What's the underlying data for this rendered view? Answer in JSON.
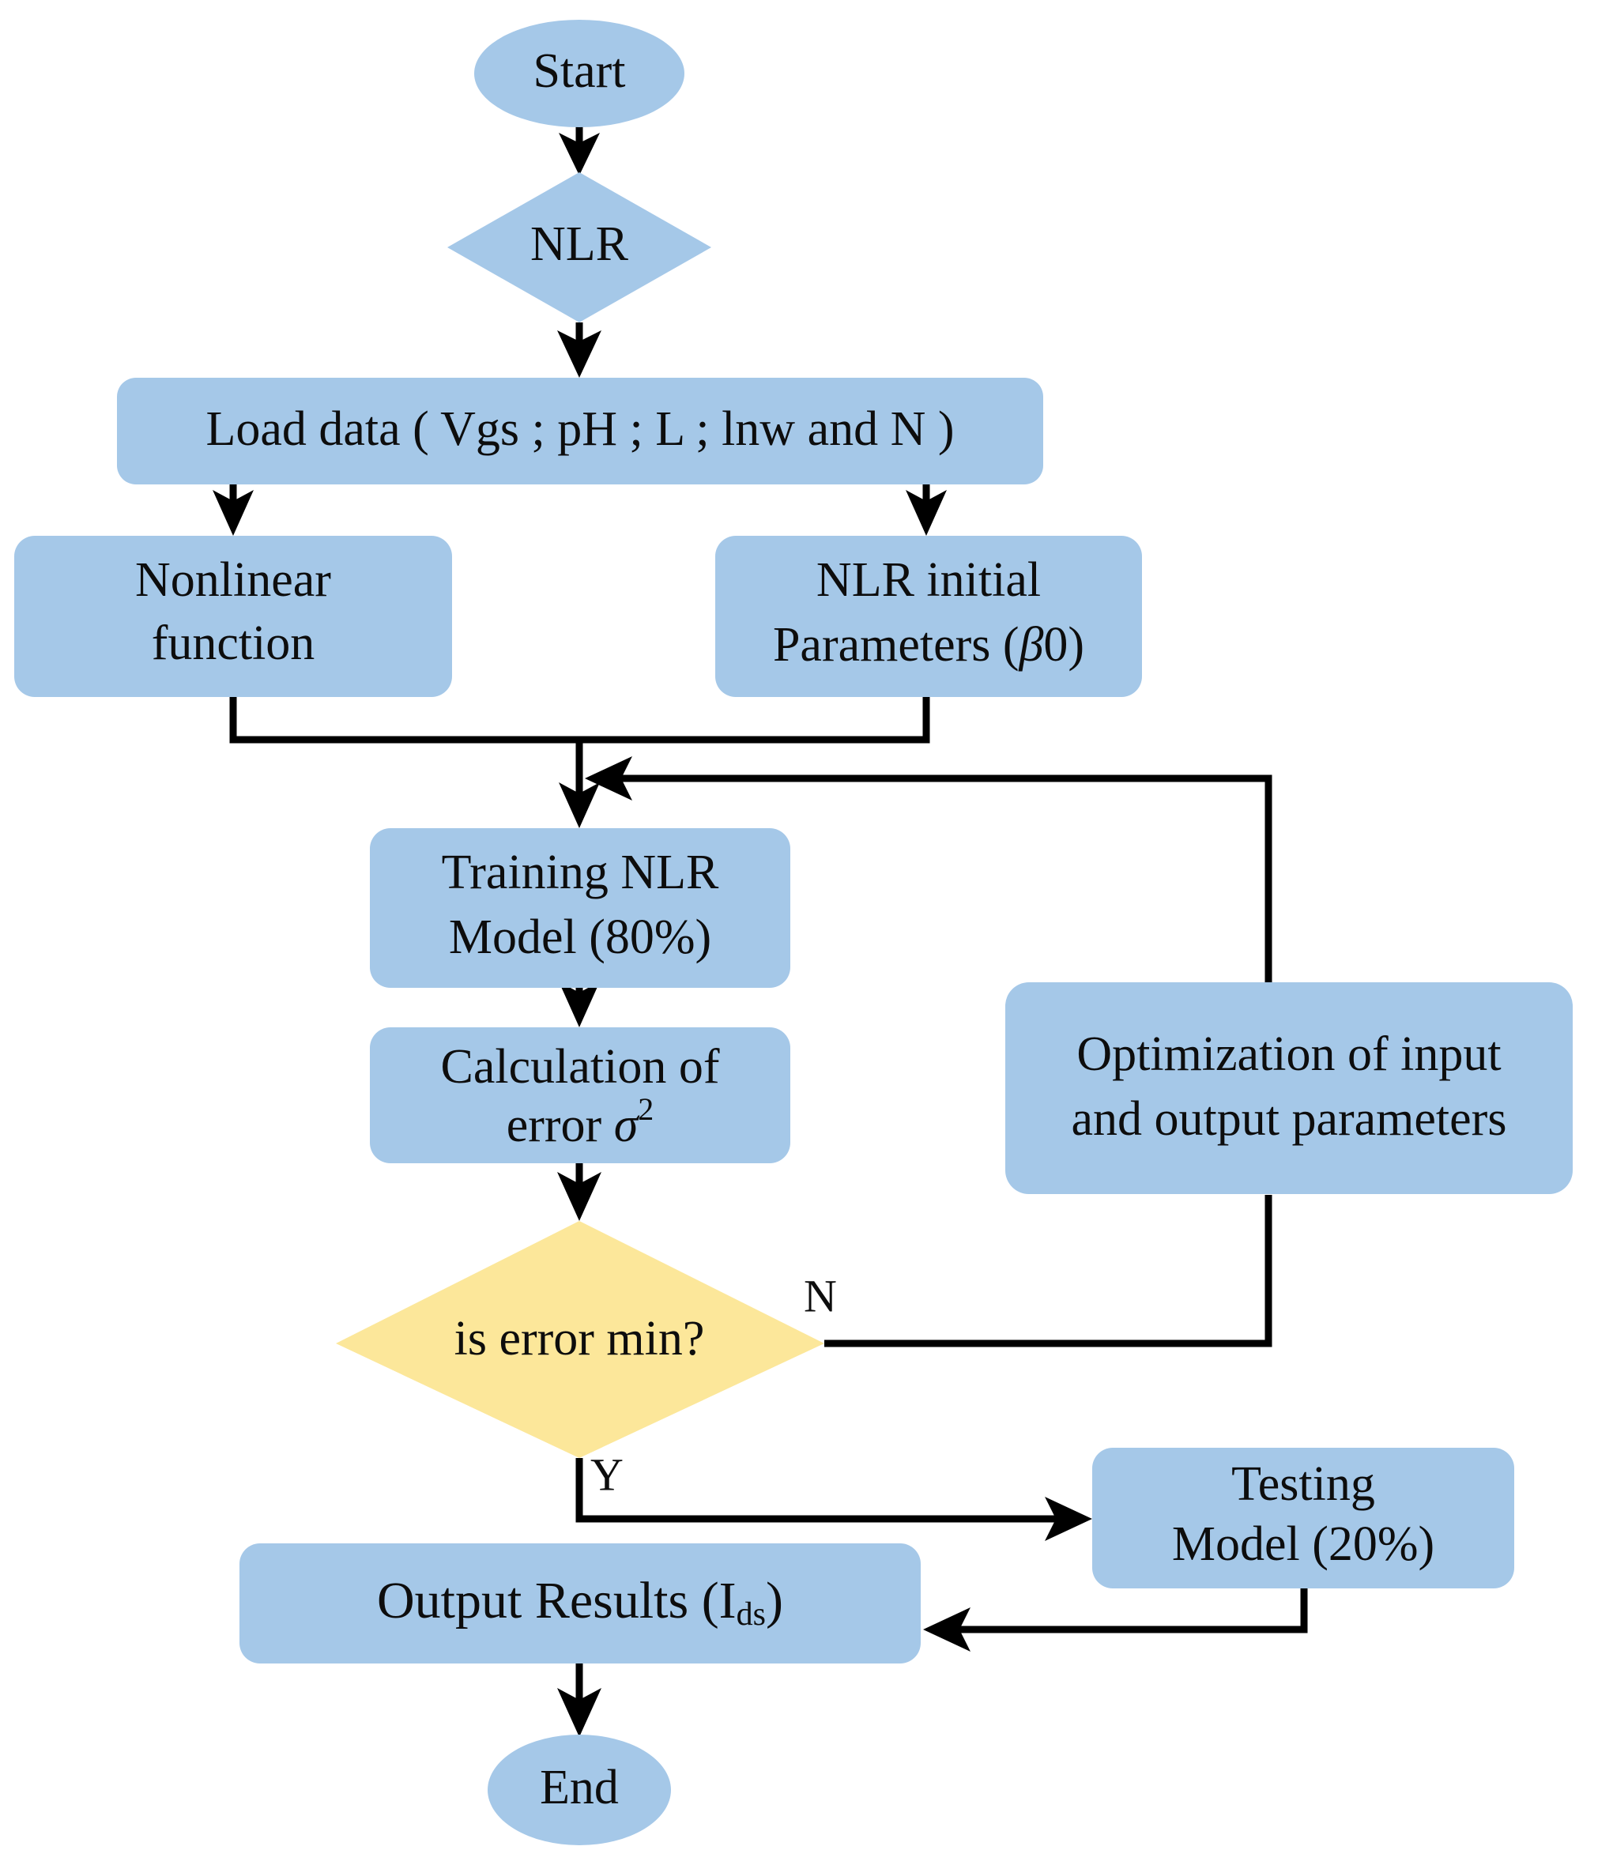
{
  "diagram": {
    "title": "NLR modelling flowchart",
    "colors": {
      "node_blue": "#a5c8e8",
      "decision_yellow": "#fce79a",
      "connector_black": "#000000",
      "text_black": "#0d0d0d",
      "background": "#ffffff"
    },
    "nodes": {
      "start": {
        "label": "Start",
        "shape": "oval"
      },
      "nlr": {
        "label": "NLR",
        "shape": "diamond"
      },
      "load_data": {
        "label": "Load data ( Vgs ; pH ; L ; lnw and N )",
        "shape": "rounded-rect"
      },
      "nonlinear_function": {
        "line1": "Nonlinear",
        "line2": "function",
        "shape": "rounded-rect"
      },
      "nlr_initial": {
        "line1": "NLR initial",
        "line2_pre": "Parameters (",
        "line2_sym": "β",
        "line2_post": "0)",
        "shape": "rounded-rect"
      },
      "training": {
        "line1": "Training NLR",
        "line2": "Model (80%)",
        "shape": "rounded-rect"
      },
      "error_calc": {
        "line1": "Calculation of",
        "line2_pre": "error ",
        "line2_sym": "σ",
        "line2_sup": "2",
        "shape": "rounded-rect"
      },
      "decision": {
        "label": "is error min?",
        "shape": "diamond"
      },
      "optimization": {
        "line1": "Optimization of input",
        "line2": "and output parameters",
        "shape": "rounded-rect"
      },
      "testing": {
        "line1": "Testing",
        "line2": "Model (20%)",
        "shape": "rounded-rect"
      },
      "output_results": {
        "pre": "Output Results (I",
        "sub": "ds",
        "post": ")",
        "shape": "rounded-rect"
      },
      "end": {
        "label": "End",
        "shape": "oval"
      }
    },
    "edge_labels": {
      "no_branch": "N",
      "yes_branch": "Y"
    }
  }
}
